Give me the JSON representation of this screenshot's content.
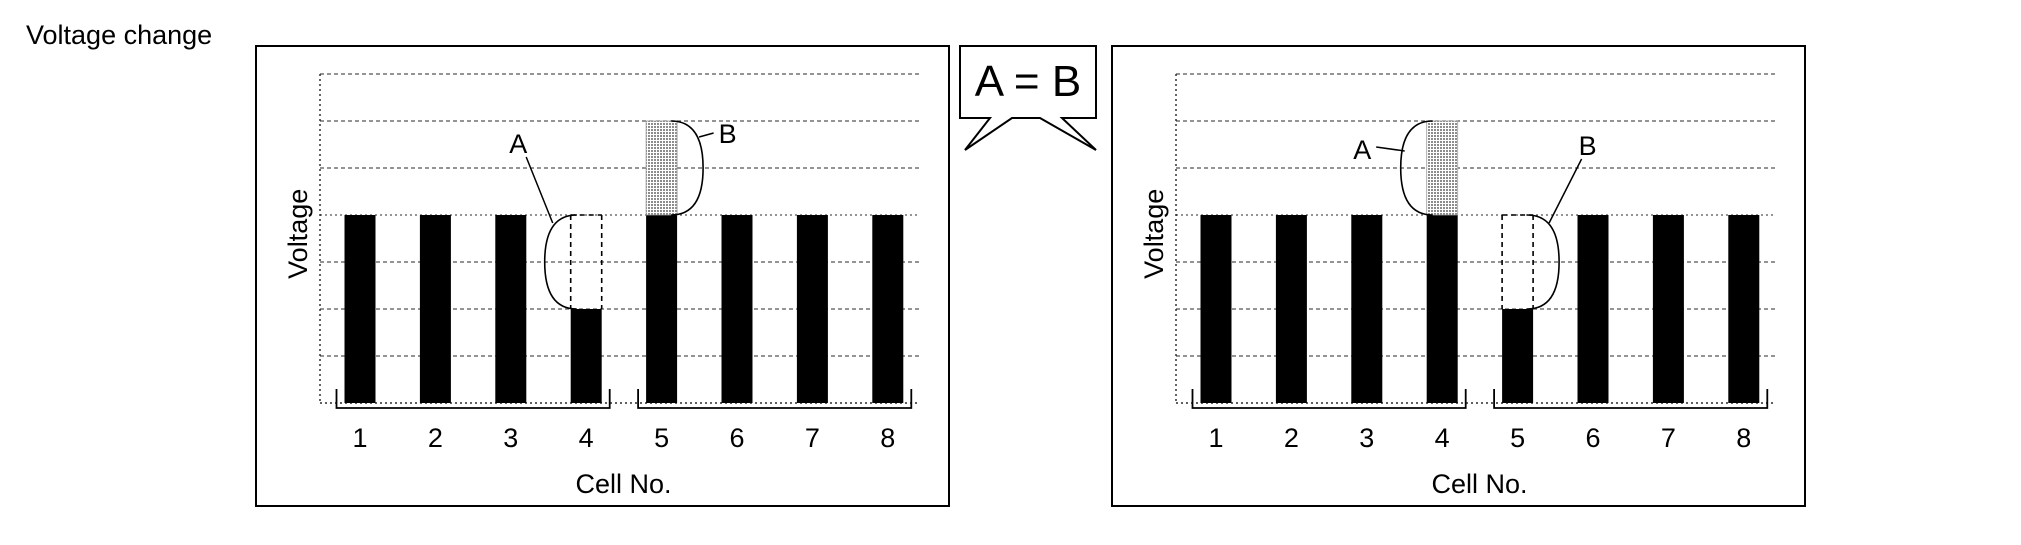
{
  "title": "Voltage change",
  "callout": {
    "text": "A = B"
  },
  "colors": {
    "bar": "#000000",
    "hatch": "#bdbdbd",
    "frame": "#000000",
    "grid": "#555555"
  },
  "panels": [
    {
      "ylabel": "Voltage",
      "xlabel": "Cell No.",
      "cells": [
        "1",
        "2",
        "3",
        "4",
        "5",
        "6",
        "7",
        "8"
      ],
      "base_level": 4,
      "levels": [
        4,
        4,
        4,
        2,
        4,
        4,
        4,
        4
      ],
      "added": [
        0,
        0,
        0,
        0,
        2,
        0,
        0,
        0
      ],
      "removed": [
        0,
        0,
        0,
        2,
        0,
        0,
        0,
        0
      ],
      "label_a": "A",
      "label_b": "B"
    },
    {
      "ylabel": "Voltage",
      "xlabel": "Cell No.",
      "cells": [
        "1",
        "2",
        "3",
        "4",
        "5",
        "6",
        "7",
        "8"
      ],
      "base_level": 4,
      "levels": [
        4,
        4,
        4,
        4,
        2,
        4,
        4,
        4
      ],
      "added": [
        0,
        0,
        0,
        2,
        0,
        0,
        0,
        0
      ],
      "removed": [
        0,
        0,
        0,
        0,
        2,
        0,
        0,
        0
      ],
      "label_a": "A",
      "label_b": "B"
    }
  ]
}
